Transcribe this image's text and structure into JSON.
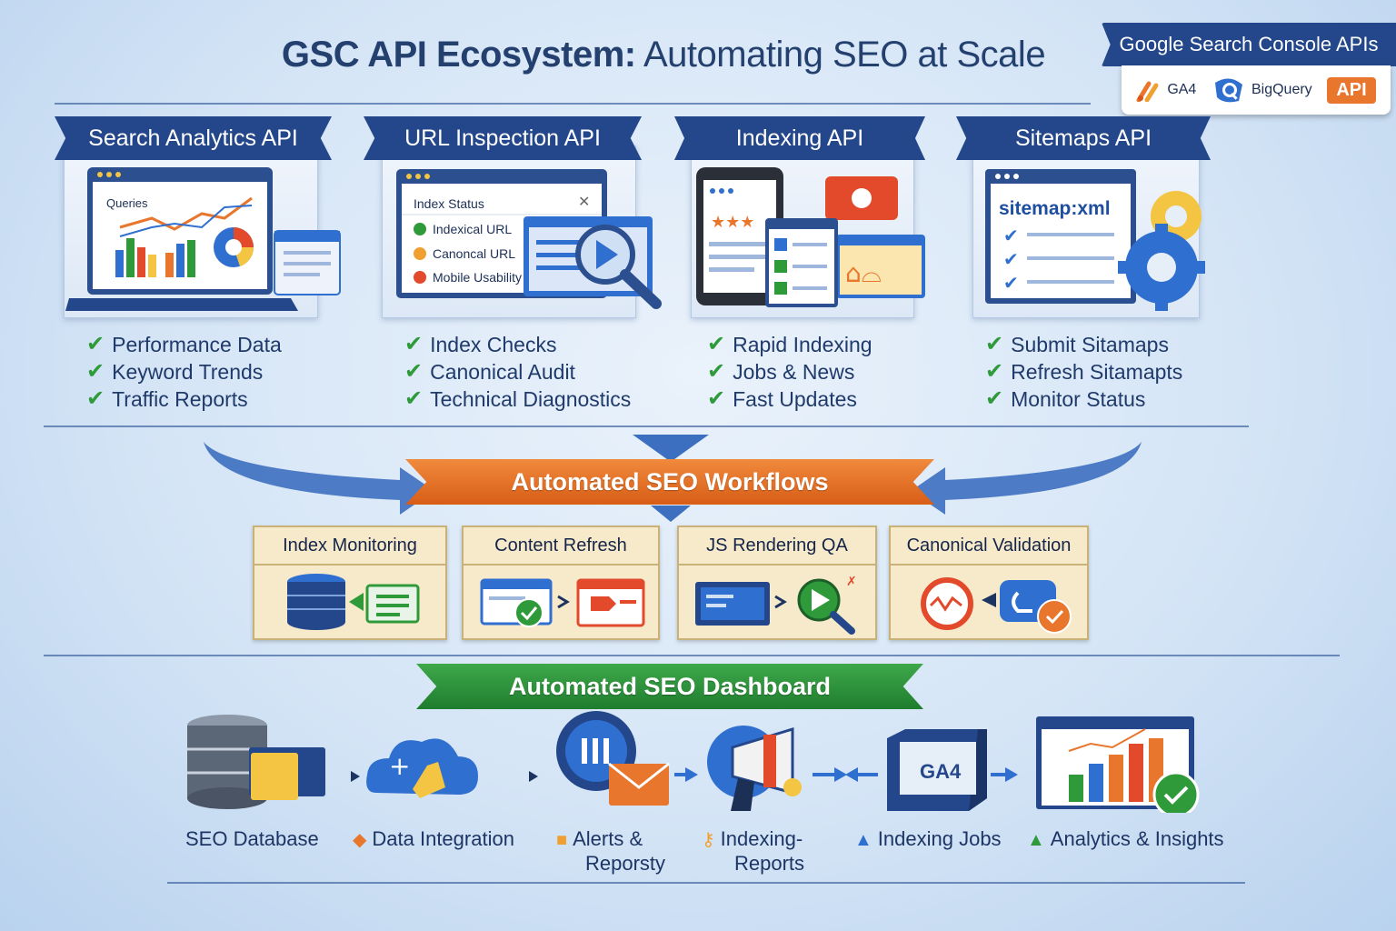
{
  "title": {
    "bold": "GSC API Ecosystem:",
    "rest": " Automating SEO at Scale"
  },
  "badge": {
    "title": "Google Search Console APIs",
    "items": [
      {
        "label": "GA4",
        "icon": "ga4-logo-icon"
      },
      {
        "label": "BigQuery",
        "icon": "bigquery-logo-icon"
      }
    ],
    "api_label": "API"
  },
  "apis": [
    {
      "title": "Search Analytics API",
      "screen_text": "Queries",
      "bullets": [
        "Performance Data",
        "Keyword Trends",
        "Traffic Reports"
      ]
    },
    {
      "title": "URL Inspection API",
      "screen_header": "Index Status",
      "screen_rows": [
        "Indexical URL",
        "Canoncal URL",
        "Mobile Usability"
      ],
      "bullets": [
        "Index Checks",
        "Canonical Audit",
        "Technical Diagnostics"
      ]
    },
    {
      "title": "Indexing API",
      "bullets": [
        "Rapid Indexing",
        "Jobs & News",
        "Fast Updates"
      ]
    },
    {
      "title": "Sitemaps API",
      "screen_text": "sitemap:xml",
      "bullets": [
        "Submit Sitamaps",
        "Refresh Sitamapts",
        "Monitor Status"
      ]
    }
  ],
  "workflows": {
    "title": "Automated SEO Workflows",
    "cards": [
      "Index Monitoring",
      "Content Refresh",
      "JS Rendering QA",
      "Canonical Validation"
    ]
  },
  "dashboard": {
    "title": "Automated SEO Dashboard",
    "steps": [
      {
        "line1": "SEO Database",
        "line2": ""
      },
      {
        "line1": "Data Integration",
        "line2": ""
      },
      {
        "line1": "Alerts &",
        "line2": "Reporsty"
      },
      {
        "line1": "Indexing-",
        "line2": "Reports"
      },
      {
        "line1": "Indexing Jobs",
        "line2": ""
      },
      {
        "line1": "Analytics & Insights",
        "line2": ""
      }
    ],
    "ga4_box": "GA4"
  },
  "colors": {
    "navy": "#23478a",
    "orange": "#e06a22",
    "green": "#2c8f3b",
    "check": "#2f9a3a"
  }
}
